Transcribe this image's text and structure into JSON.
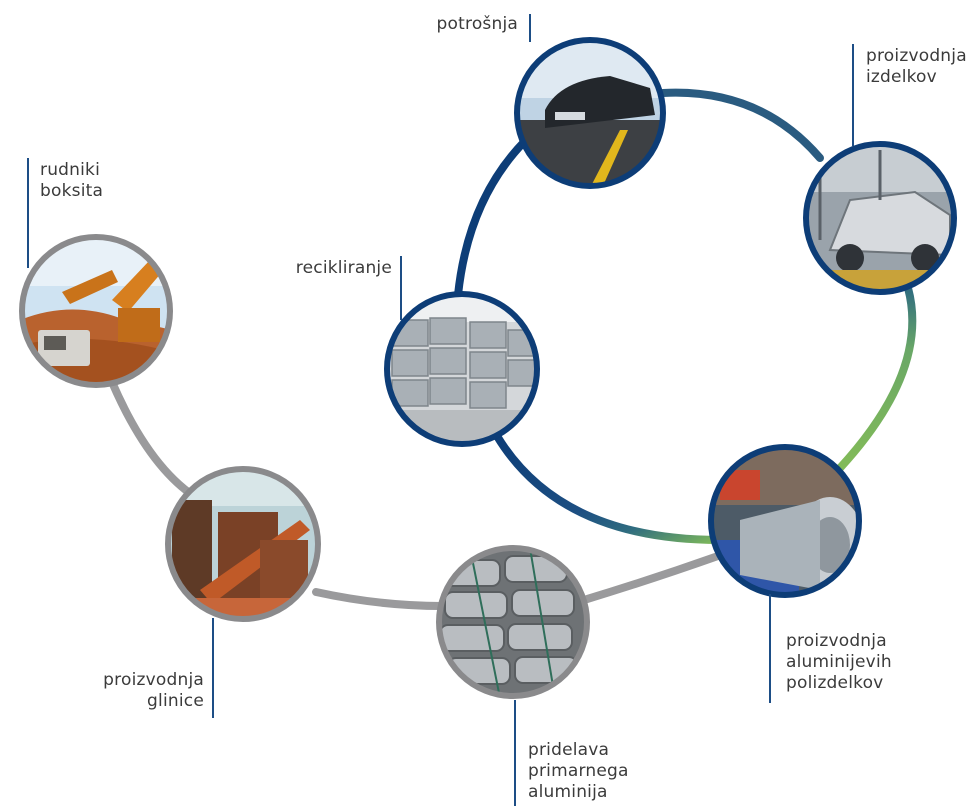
{
  "nodes": {
    "mine": {
      "label_lines": [
        "rudniki",
        "boksita"
      ],
      "icon": "bauxite-mine-photo"
    },
    "alumina": {
      "label_lines": [
        "proizvodnja",
        "glinice"
      ],
      "icon": "alumina-refinery-photo"
    },
    "primary": {
      "label_lines": [
        "pridelava",
        "primarnega",
        "aluminija"
      ],
      "icon": "aluminium-ingots-photo"
    },
    "semi": {
      "label_lines": [
        "proizvodnja",
        "aluminijevih",
        "polizdelkov"
      ],
      "icon": "aluminium-coil-photo"
    },
    "products": {
      "label_lines": [
        "proizvodnja",
        "izdelkov"
      ],
      "icon": "car-factory-photo"
    },
    "consumption": {
      "label_lines": [
        "potrošnja"
      ],
      "icon": "car-on-road-photo"
    },
    "recycling": {
      "label_lines": [
        "recikliranje"
      ],
      "icon": "scrap-bales-photo"
    }
  },
  "colors": {
    "grey_path": "#9a9a9c",
    "navy": "#0d3d77",
    "teal": "#2f6c80",
    "green": "#7db85a",
    "label_rule": "#1d4e86"
  }
}
